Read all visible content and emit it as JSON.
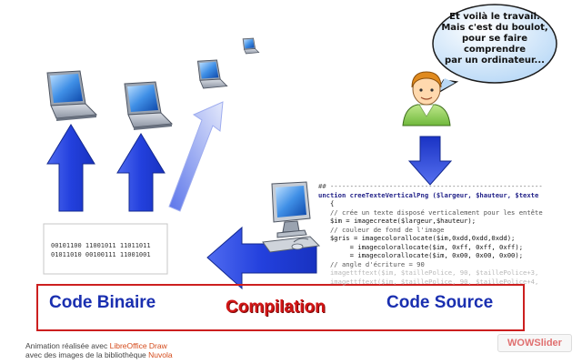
{
  "bubble": {
    "lines": [
      "Et voilà le travail.",
      "Mais c'est du boulot,",
      "pour se faire comprendre",
      "par un ordinateur..."
    ]
  },
  "binary": {
    "lines": [
      "00101100 11001011 11011011",
      "01011010 00100111 11001001"
    ]
  },
  "code": {
    "lines": [
      "## ------------------------------------------------------",
      "unction creeTexteVerticalPng ($largeur, $hauteur, $texte",
      "   {",
      "   // crée un texte disposé verticalement pour les entête",
      "   $im = imagecreate($largeur,$hauteur);",
      "",
      "   // couleur de fond de l'image",
      "   $gris = imagecolorallocate($im,0xdd,0xdd,0xdd);",
      "        = imagecolorallocate($im, 0xff, 0xff, 0xff);",
      "        = imagecolorallocate($im, 0x00, 0x00, 0x00);",
      "",
      "   // angle d'écriture = 90",
      "   imagettftext($im, $taillePolice, 90, $taillePolice+3,",
      "   imagettftext($im, $taillePolice, 90, $taillePolice+4,"
    ]
  },
  "labels": {
    "binary": "Code Binaire",
    "compilation": "Compilation",
    "source": "Code Source"
  },
  "credits": {
    "line1_prefix": "Animation réalisée avec ",
    "line1_highlight": "LibreOffice Draw",
    "line2_prefix": "avec des images de la bibliothèque ",
    "line2_highlight": "Nuvola"
  },
  "watermark": {
    "text": "WOWSlider"
  },
  "colors": {
    "arrow": "#1f3bd9",
    "frame": "#cc1f1f",
    "label_blue": "#1a2fb0",
    "label_red": "#d21515",
    "bubble_fill": "#cfe6fb"
  }
}
